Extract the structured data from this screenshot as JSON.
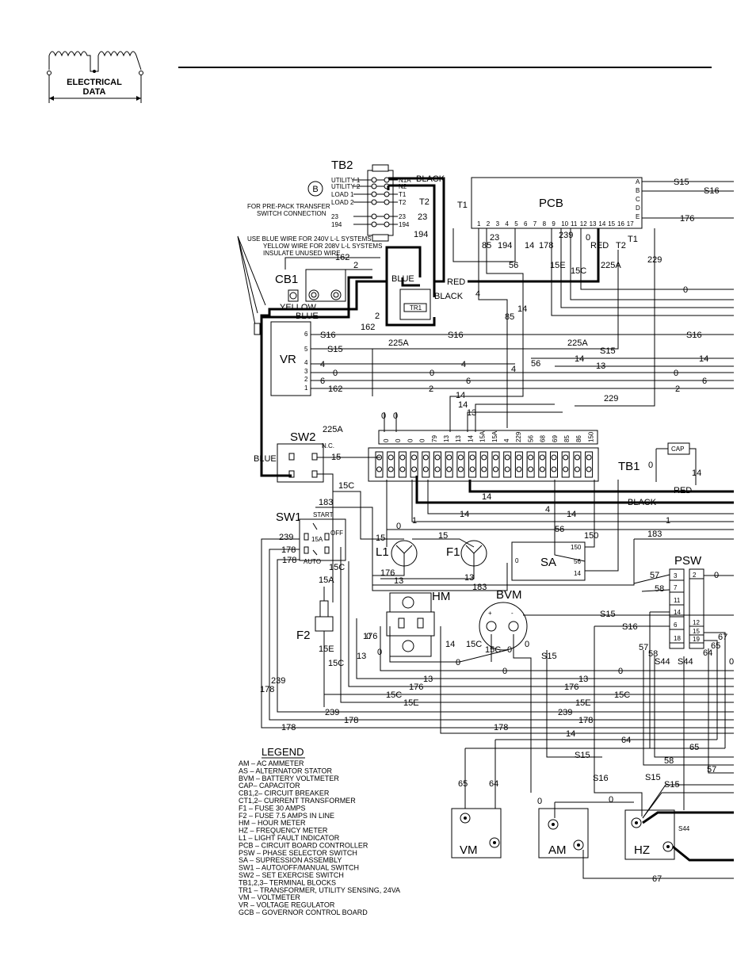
{
  "logo": {
    "line1": "ELECTRICAL",
    "line2": "DATA"
  },
  "components": {
    "tb2": "TB2",
    "pcb": "PCB",
    "cb1": "CB1",
    "vr": "VR",
    "sw2": "SW2",
    "sw1": "SW1",
    "tb1": "TB1",
    "tr1": "TR1",
    "l1": "L1",
    "f1": "F1",
    "f2": "F2",
    "sa": "SA",
    "hm": "HM",
    "bvm": "BVM",
    "psw": "PSW",
    "cap": "CAP",
    "vm": "VM",
    "am": "AM",
    "hz": "HZ",
    "marker_b": "B"
  },
  "tb2_terms": [
    "UTILITY 1",
    "UTILITY 2",
    "LOAD 1",
    "LOAD 2",
    "23",
    "194"
  ],
  "tb2_right": [
    "N1A",
    "N2",
    "T1",
    "T2",
    "23",
    "194"
  ],
  "notes": {
    "prepack": [
      "FOR PRE-PACK TRANSFER",
      "SWITCH CONNECTION"
    ],
    "wire": [
      "USE BLUE WIRE FOR 240V L-L SYSTEMS",
      "YELLOW WIRE FOR 208V L-L SYSTEMS",
      "INSULATE UNUSED WIRE"
    ]
  },
  "pcb_pins": [
    "1",
    "2",
    "3",
    "4",
    "5",
    "6",
    "7",
    "8",
    "9",
    "10",
    "11",
    "12",
    "13",
    "14",
    "15",
    "16",
    "17"
  ],
  "pcb_side": [
    "A",
    "B",
    "C",
    "D",
    "E"
  ],
  "tb1_labels": [
    "0",
    "0",
    "0",
    "0",
    "79",
    "13",
    "13",
    "14",
    "15A",
    "15A",
    "4",
    "229",
    "56",
    "68",
    "69",
    "85",
    "86",
    "150"
  ],
  "psw_left": [
    "3",
    "7",
    "11",
    "14",
    "6",
    "18"
  ],
  "psw_right": [
    "2",
    "12",
    "15",
    "19"
  ],
  "vr_pins": [
    "6",
    "5",
    "4",
    "3",
    "2",
    "1"
  ],
  "sw1": {
    "start": "START",
    "off": "OFF",
    "auto": "AUTO",
    "mid": "15A"
  },
  "sw2": {
    "nc": "N.C."
  },
  "wires": {
    "black": "BLACK",
    "blue": "BLUE",
    "red": "RED",
    "yellow": "YELLOW",
    "s15": "S15",
    "s16": "S16",
    "s44": "S44",
    "t1": "T1",
    "t2": "T2",
    "n162": "162",
    "n2": "2",
    "n225a": "225A",
    "n176": "176",
    "n229": "229",
    "n0": "0",
    "n4": "4",
    "n6": "6",
    "n14": "14",
    "n13": "13",
    "n85": "85",
    "n56": "56",
    "n23": "23",
    "n194": "194",
    "n178": "178",
    "n239": "239",
    "n15": "15",
    "n15c": "15C",
    "n15e": "15E",
    "n15a": "15A",
    "n183": "183",
    "n1": "1",
    "n150": "150",
    "n57": "57",
    "n58": "58",
    "n64": "64",
    "n65": "65",
    "n67": "67"
  },
  "legend": {
    "title": "LEGEND",
    "items": [
      "AM  –  AC AMMETER",
      "AS  –  ALTERNATOR STATOR",
      "BVM –  BATTERY VOLTMETER",
      "CAP–  CAPACITOR",
      "CB1,2–  CIRCUIT BREAKER",
      "CT1,2–  CURRENT TRANSFORMER",
      "F1  –  FUSE 30 AMPS",
      "F2  –  FUSE 7.5 AMPS IN LINE",
      "HM  –  HOUR METER",
      "HZ  –  FREQUENCY METER",
      "L1  –  LIGHT FAULT INDICATOR",
      "PCB –  CIRCUIT BOARD CONTROLLER",
      "PSW –  PHASE SELECTOR SWITCH",
      "SA  –  SUPRESSION ASSEMBLY",
      "SW1 –  AUTO/OFF/MANUAL SWITCH",
      "SW2 –  SET EXERCISE SWITCH",
      "TB1,2,3–  TERMINAL BLOCKS",
      "TR1 –  TRANSFORMER, UTILITY SENSING, 24VA",
      "VM  –  VOLTMETER",
      "VR  –  VOLTAGE REGULATOR",
      "GCB –  GOVERNOR CONTROL BOARD"
    ]
  }
}
